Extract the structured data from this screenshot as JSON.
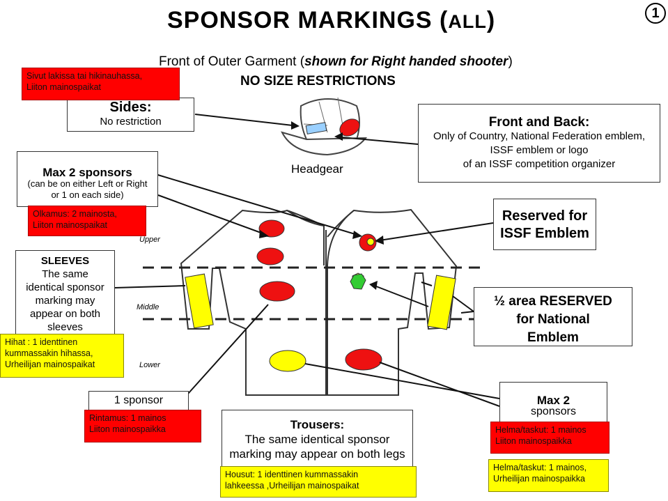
{
  "title": {
    "main": "SPONSOR MARKINGS (",
    "small": "ALL",
    "close": ")",
    "page_number": "1"
  },
  "subtitle": {
    "prefix": "Front of Outer Garment (",
    "italic": "shown for Right handed shooter",
    "suffix": ")"
  },
  "no_size": "NO SIZE RESTRICTIONS",
  "headgear_label": "Headgear",
  "sides": {
    "heading": "Sides:",
    "text": "No restriction"
  },
  "front_back": {
    "heading": "Front and Back:",
    "lines": [
      "Only of Country, National Federation emblem,",
      "ISSF emblem or logo",
      "of an ISSF competition organizer"
    ]
  },
  "max2": {
    "heading": "Max 2 sponsors",
    "lines": [
      "(can be on either Left or Right",
      "or 1 on each side)"
    ]
  },
  "issf": {
    "lines": [
      "Reserved for",
      "ISSF Emblem"
    ]
  },
  "sleeves": {
    "heading": "SLEEVES",
    "lines": [
      "The same",
      "identical sponsor",
      "marking may",
      "appear on both",
      "sleeves"
    ]
  },
  "half": {
    "lines": [
      "½ area RESERVED",
      "for National",
      "Emblem"
    ]
  },
  "one_sponsor": "1 sponsor",
  "trousers": {
    "heading": "Trousers:",
    "lines": [
      "The same identical sponsor",
      "marking may appear on both legs"
    ]
  },
  "max2b": {
    "heading": "Max 2",
    "text": "sponsors"
  },
  "zone_labels": {
    "upper": "Upper",
    "middle": "Middle",
    "lower": "Lower"
  },
  "notes": {
    "sivut": [
      "Sivut lakissa tai hikinauhassa,",
      "Liiton mainospaikat"
    ],
    "olkamus": [
      "Olkamus: 2 mainosta,",
      "Liiton mainospaikat"
    ],
    "hihat": [
      "Hihat : 1 identtinen",
      "kummassakin hihassa,",
      "Urheilijan mainospaikat"
    ],
    "rintamus": [
      "Rintamus: 1 mainos",
      "Liiton mainospaikka"
    ],
    "housut": [
      "Housut: 1 identtinen kummassakin",
      "lahkeessa ,Urheilijan mainospaikat"
    ],
    "helma_red": [
      "Helma/taskut: 1 mainos",
      "Liiton mainospaikka"
    ],
    "helma_yellow": [
      "Helma/taskut: 1 mainos,",
      "Urheilijan  mainospaikka"
    ]
  },
  "colors": {
    "red_note": "#ff0000",
    "yellow_note": "#ffff00",
    "patch_red": "#ee1111",
    "patch_yellow": "#ffff00",
    "hexagon": "#33cc33"
  }
}
